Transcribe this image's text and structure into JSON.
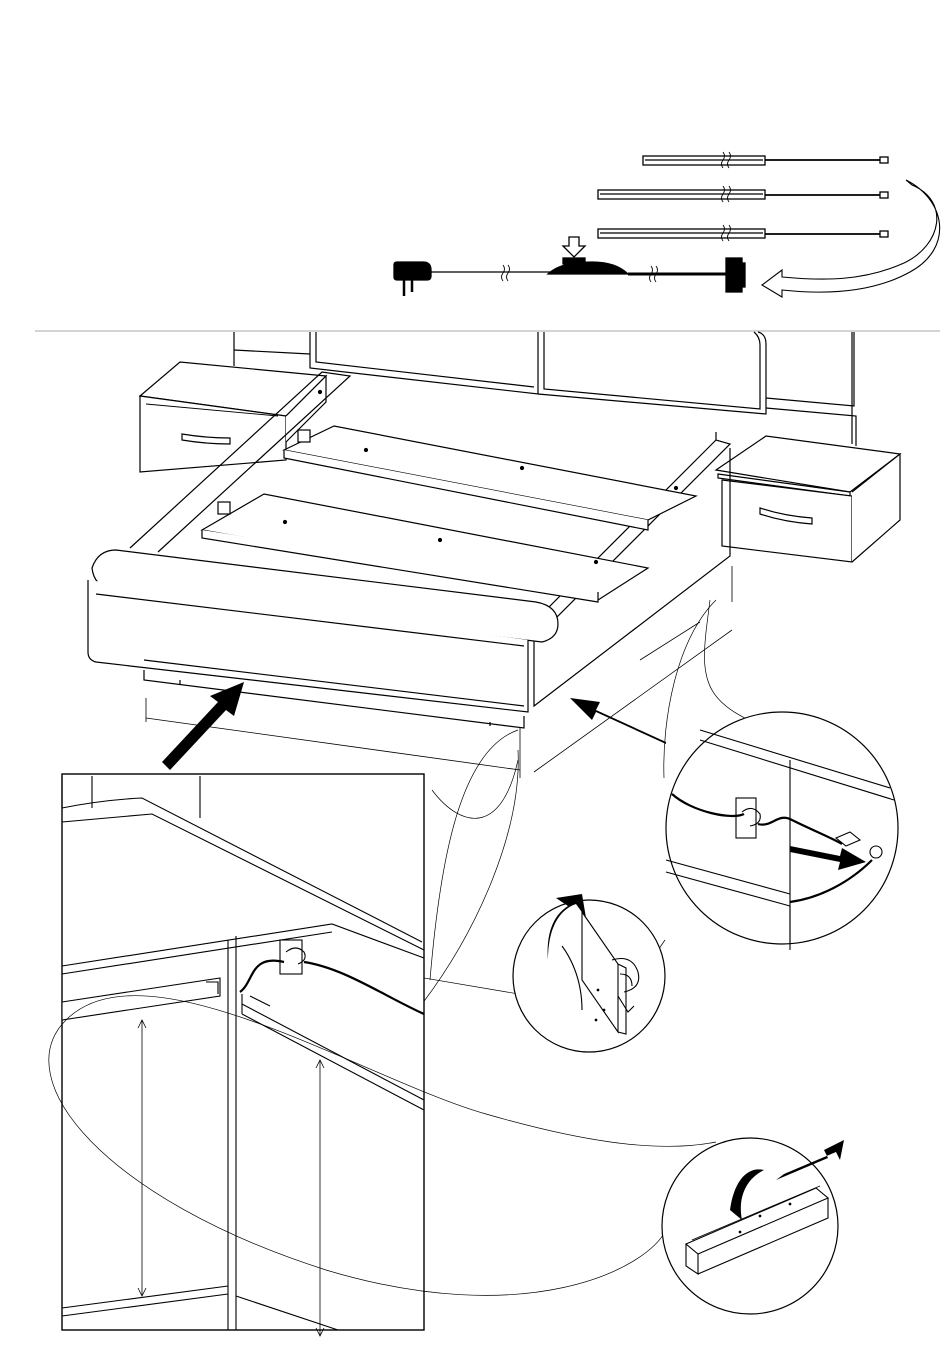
{
  "page": {
    "kind": "assembly-instruction-sheet",
    "language_free": true,
    "printed_text": []
  },
  "wiring_kit": {
    "led_strips": 3,
    "parts": [
      "led-strip",
      "power-adapter",
      "inline-switch",
      "distribution-box"
    ],
    "icons": [
      "plug-icon",
      "press-arrow-icon",
      "curved-arrow-icon",
      "cable-break-icon"
    ]
  },
  "bed_view": {
    "parts": [
      "bed-frame",
      "headboard",
      "nightstand-left",
      "nightstand-right",
      "slat-panel-front",
      "slat-panel-rear",
      "footboard",
      "drawer-handle"
    ],
    "insert_arrows": 2
  },
  "details": [
    {
      "id": "cable-clip-detail",
      "shape": "rectangle"
    },
    {
      "id": "clip-circle-right",
      "shape": "circle"
    },
    {
      "id": "adhesive-clip-circle",
      "shape": "circle"
    },
    {
      "id": "adhesive-strip-circle",
      "shape": "circle"
    }
  ],
  "colors": {
    "ink": "#000000",
    "paper": "#ffffff",
    "rule": "#aaaaaa"
  }
}
